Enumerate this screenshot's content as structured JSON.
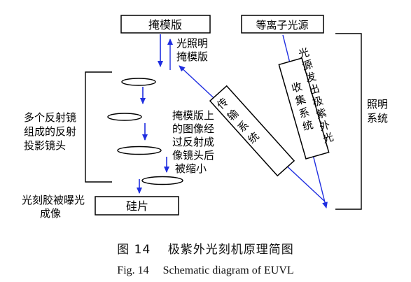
{
  "boxes": {
    "mask": "掩模版",
    "source": "等离子光源",
    "wafer": "硅片",
    "collector": "收集系统",
    "transport": "传输系统"
  },
  "labels": {
    "light_mask": [
      "光照明",
      "掩模版"
    ],
    "source_emit": "光源发出极紫外光",
    "illumination": [
      "照明",
      "系统"
    ],
    "mirrors": [
      "多个反射镜",
      "组成的反射",
      "投影镜头"
    ],
    "image_shrink": [
      "掩模版上",
      "的图像经",
      "过反射成",
      "像镜头后",
      "被缩小"
    ],
    "photoresist": [
      "光刻胶被曝光",
      "成像"
    ]
  },
  "caption": {
    "zh": "图 14　 极紫外光刻机原理简图",
    "en": "Fig. 14　 Schematic diagram of  EUVL"
  },
  "colors": {
    "beam": "#1f2ee0",
    "line": "#000000"
  }
}
